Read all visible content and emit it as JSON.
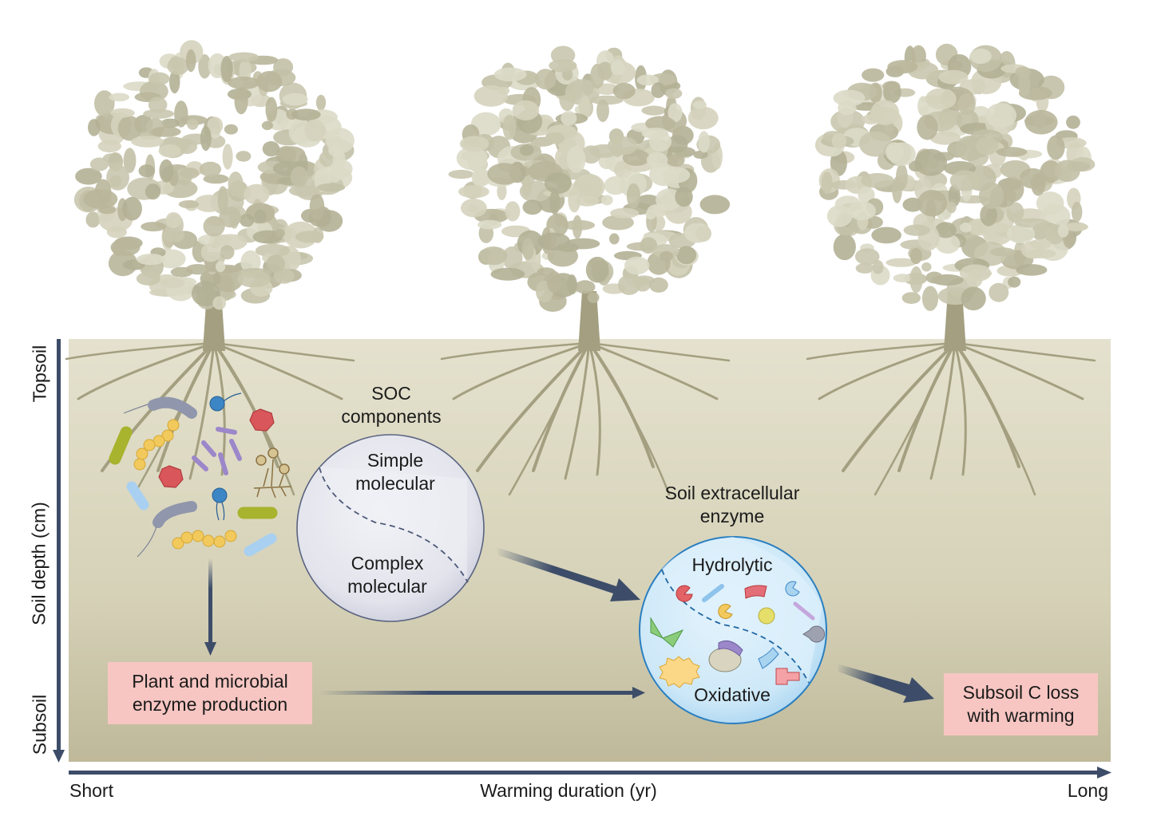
{
  "figure": {
    "y_axis": {
      "label": "Soil depth (cm)",
      "top_label": "Topsoil",
      "bottom_label": "Subsoil"
    },
    "x_axis": {
      "label": "Warming duration (yr)",
      "left_label": "Short",
      "right_label": "Long"
    },
    "soc": {
      "title_line1": "SOC",
      "title_line2": "components",
      "top_line1": "Simple",
      "top_line2": "molecular",
      "bottom_line1": "Complex",
      "bottom_line2": "molecular"
    },
    "enzyme": {
      "title_line1": "Soil extracellular",
      "title_line2": "enzyme",
      "top_label": "Hydrolytic",
      "bottom_label": "Oxidative"
    },
    "production_box": {
      "line1": "Plant and microbial",
      "line2": "enzyme production"
    },
    "loss_box": {
      "line1": "Subsoil C loss",
      "line2": "with warming"
    },
    "trees": [
      "tree-short",
      "tree-medium",
      "tree-long"
    ],
    "microbes": [
      "rod-bacterium",
      "coccus-chain",
      "spirochete",
      "virus-capsid",
      "flagellate",
      "fungus",
      "ciliated-rod"
    ],
    "colors": {
      "soil_top": "#e3e0cc",
      "soil_bottom": "#bfb99a",
      "foliage": "#c2c0a6",
      "root": "#a39f80",
      "arrow": "#3d4d69",
      "pink_box": "#f7c6c2",
      "soc_fill": "#e8e9f0",
      "enzyme_fill": "#cfe8f8",
      "enzyme_stroke": "#2a7fc0"
    }
  }
}
